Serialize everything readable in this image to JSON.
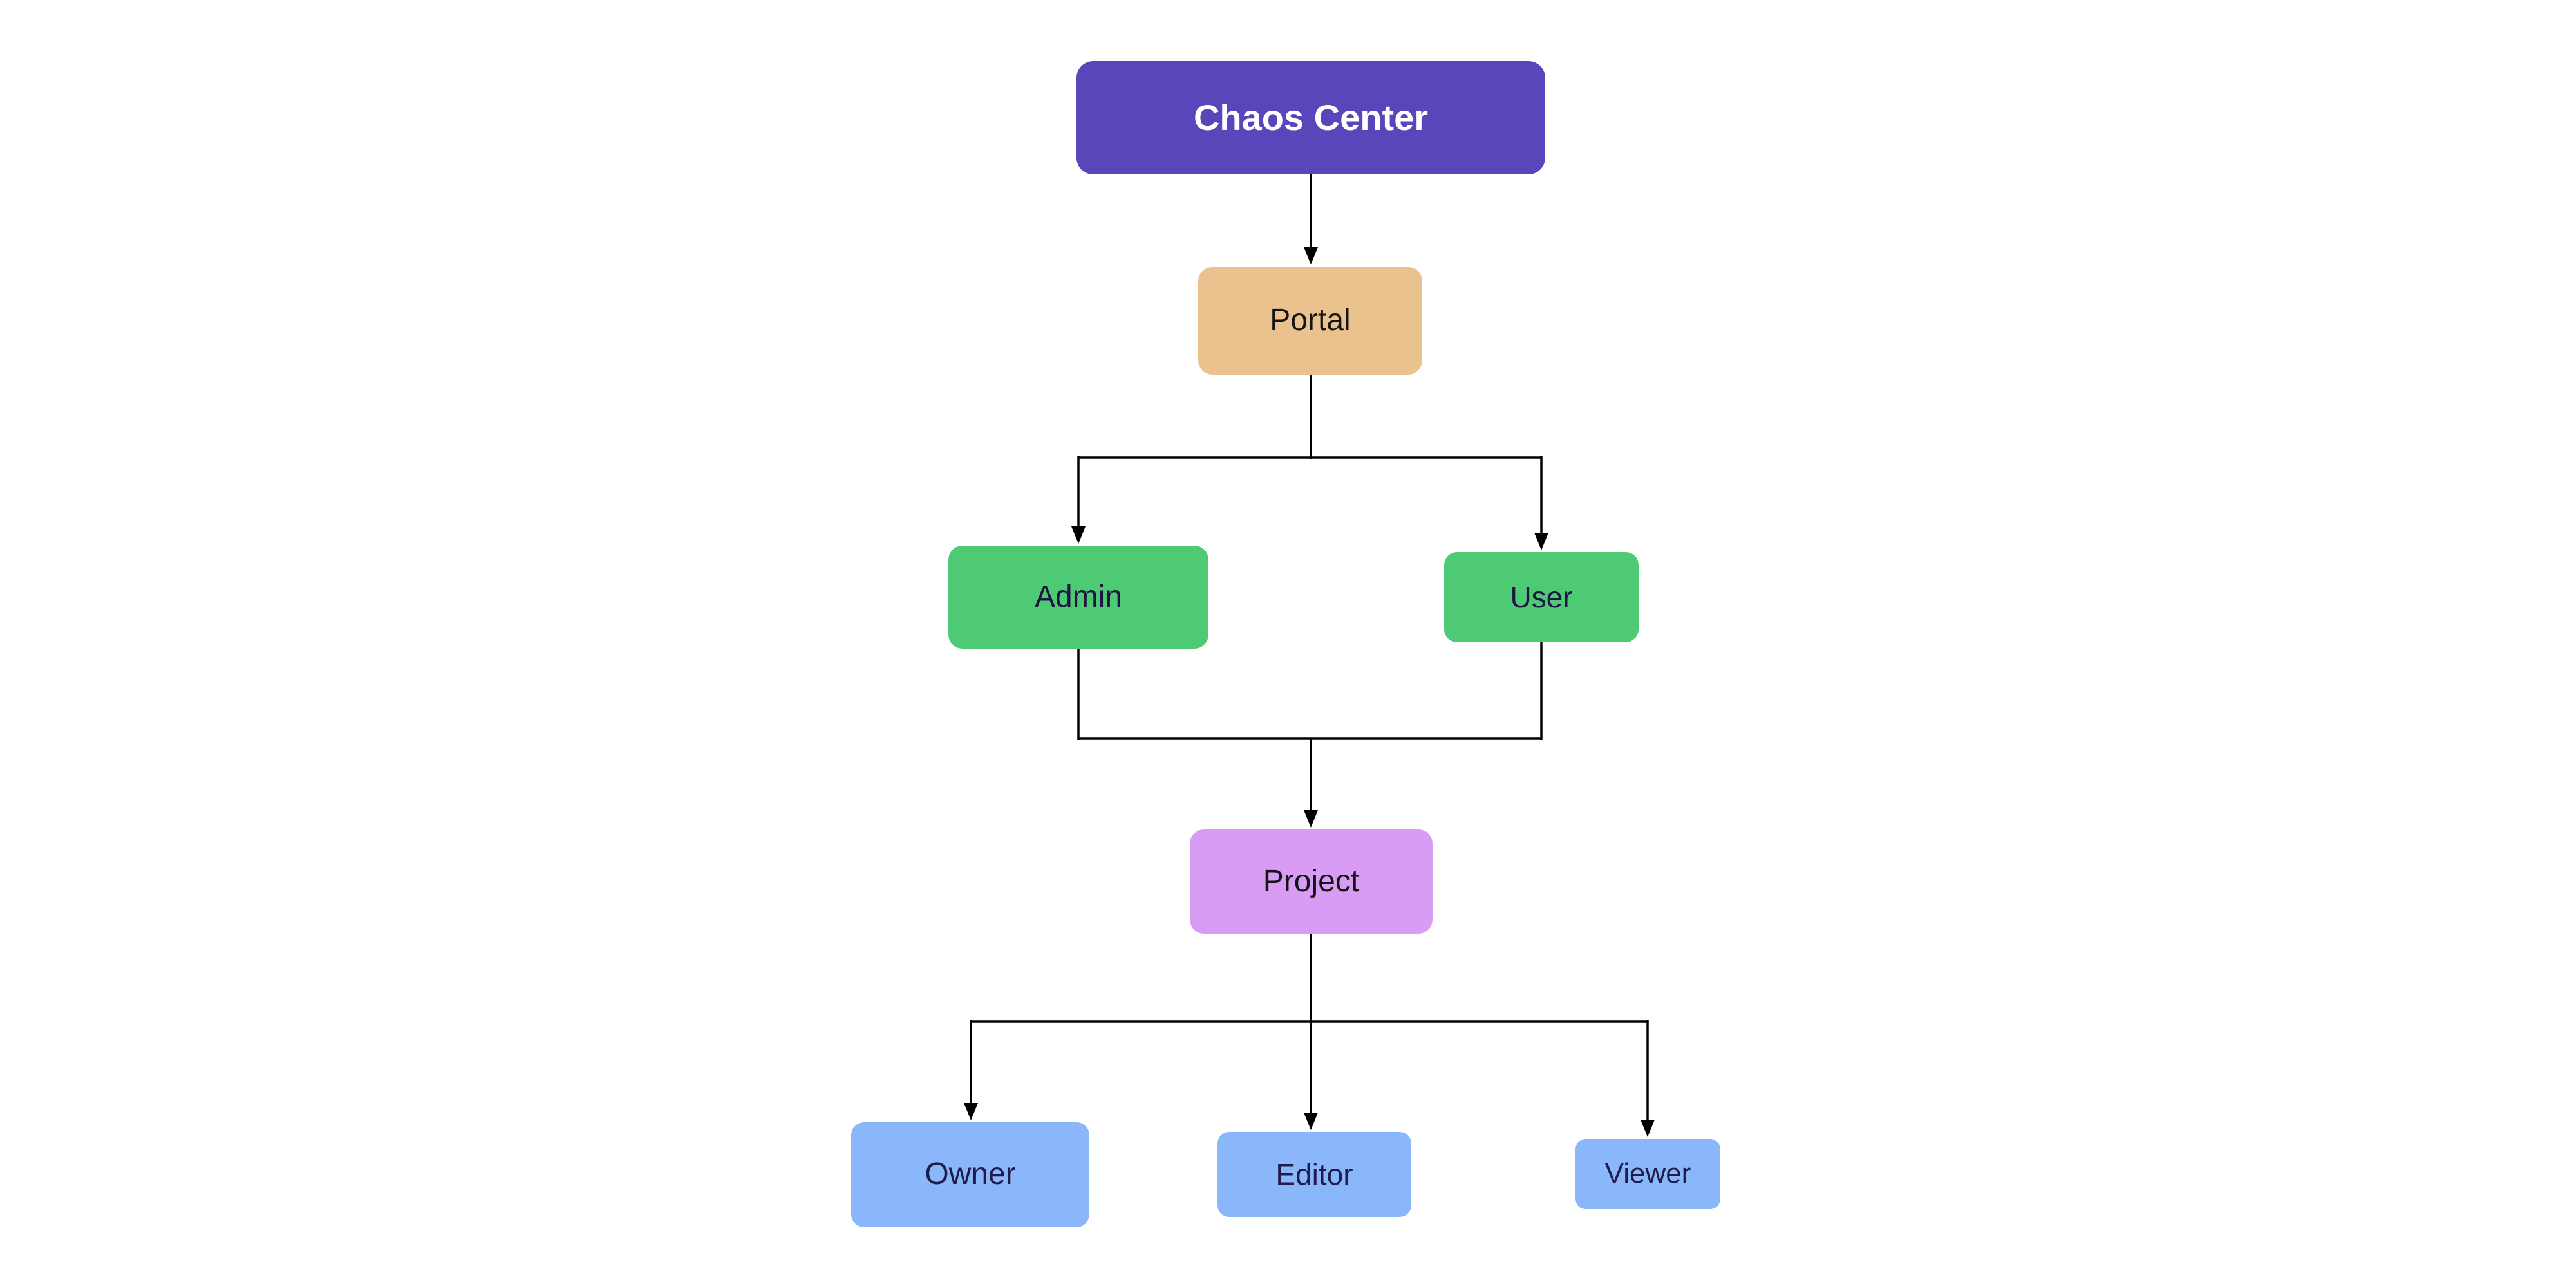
{
  "diagram": {
    "connector_color": "#000000",
    "background_color": "#FFFFFF",
    "nodes": {
      "chaos_center": {
        "label": "Chaos Center",
        "color": "#5946BA",
        "text_color": "#FFFFFF"
      },
      "portal": {
        "label": "Portal",
        "color": "#EAC28E",
        "text_color": "#141414"
      },
      "admin": {
        "label": "Admin",
        "color": "#4FCA74",
        "text_color": "#1B1642"
      },
      "user": {
        "label": "User",
        "color": "#4FCA74",
        "text_color": "#1B1642"
      },
      "project": {
        "label": "Project",
        "color": "#D89CF4",
        "text_color": "#141414"
      },
      "owner": {
        "label": "Owner",
        "color": "#8AB6FA",
        "text_color": "#211C4E"
      },
      "editor": {
        "label": "Editor",
        "color": "#8AB6FA",
        "text_color": "#211C4E"
      },
      "viewer": {
        "label": "Viewer",
        "color": "#8AB6FA",
        "text_color": "#211C4E"
      }
    },
    "edges": [
      {
        "from": "Chaos Center",
        "to": "Portal"
      },
      {
        "from": "Portal",
        "to": "Admin"
      },
      {
        "from": "Portal",
        "to": "User"
      },
      {
        "from": "Admin",
        "to": "Project"
      },
      {
        "from": "User",
        "to": "Project"
      },
      {
        "from": "Project",
        "to": "Owner"
      },
      {
        "from": "Project",
        "to": "Editor"
      },
      {
        "from": "Project",
        "to": "Viewer"
      }
    ]
  }
}
